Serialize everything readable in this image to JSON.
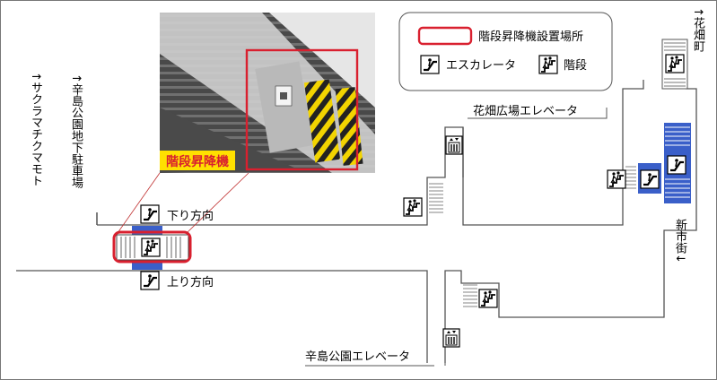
{
  "legend": {
    "lift_label": "階段昇降機設置場所",
    "escalator_label": "エスカレータ",
    "stairs_label": "階段"
  },
  "photo": {
    "caption": "階段昇降機"
  },
  "directions": {
    "down": "下り方向",
    "up": "上り方向",
    "sakura": "↑サクラマチクマモト",
    "karashima_parking": "↑辛島公園地下駐車場",
    "hanabata": "↑花畑町",
    "shinshigai": "新市街↓"
  },
  "elevators": {
    "hanabata_plaza": "花畑広場エレベータ",
    "karashima_park": "辛島公園エレベータ"
  },
  "icons": {
    "escalator": "escalator-icon",
    "stairs": "stairs-icon",
    "elevator": "elevator-icon",
    "stair_lift": "stair-lift-icon"
  },
  "colors": {
    "lift_highlight": "#d9202f",
    "escalator_blue": "#3a5fc9",
    "caption_bg": "#ffe000",
    "outline": "#555555"
  }
}
